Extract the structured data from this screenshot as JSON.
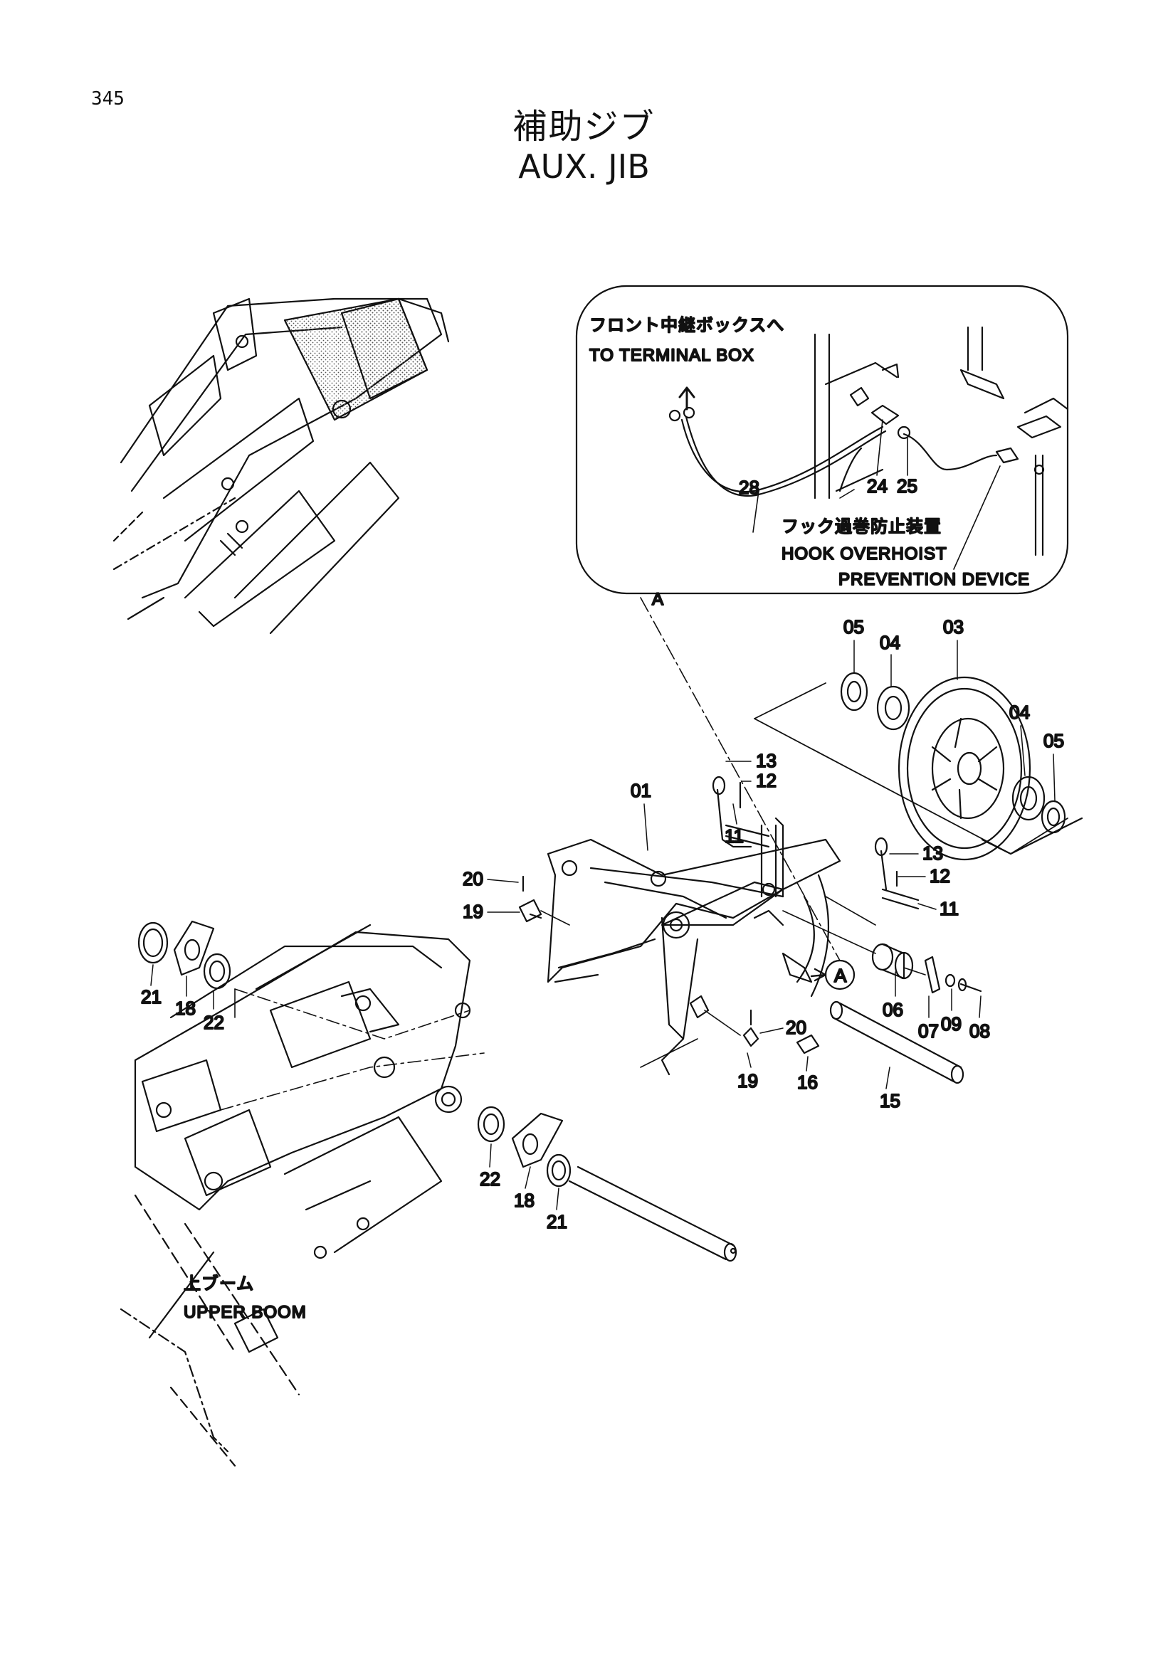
{
  "page": {
    "number": "345",
    "title_jp": "補助ジブ",
    "title_en": "AUX. JIB"
  },
  "callouts": {
    "to_terminal_box_jp": "フロント中継ボックスへ",
    "to_terminal_box_en": "TO TERMINAL BOX",
    "hook_device_jp": "フック過巻防止装置",
    "hook_device_en_1": "HOOK OVERHOIST",
    "hook_device_en_2": "PREVENTION DEVICE",
    "detail_ref": "A",
    "detail_marker": "A",
    "upper_boom_jp": "上ブーム",
    "upper_boom_en": "UPPER BOOM"
  },
  "part_numbers": {
    "p01": "01",
    "p03": "03",
    "p04a": "04",
    "p04b": "04",
    "p05a": "05",
    "p05b": "05",
    "p06": "06",
    "p07": "07",
    "p08": "08",
    "p09": "09",
    "p11a": "11",
    "p11b": "11",
    "p12a": "12",
    "p12b": "12",
    "p13a": "13",
    "p13b": "13",
    "p15": "15",
    "p16": "16",
    "p18a": "18",
    "p18b": "18",
    "p19a": "19",
    "p19b": "19",
    "p20a": "20",
    "p20b": "20",
    "p21a": "21",
    "p21b": "21",
    "p22a": "22",
    "p22b": "22",
    "p24": "24",
    "p25": "25",
    "p28": "28"
  },
  "colors": {
    "line": "#111111",
    "background": "#ffffff",
    "stipple": "#555555"
  }
}
